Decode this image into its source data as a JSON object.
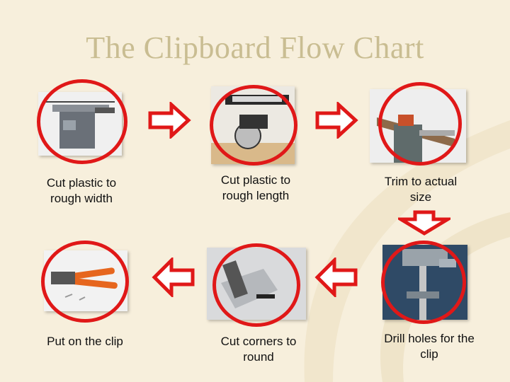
{
  "title": "The Clipboard Flow Chart",
  "steps": [
    {
      "label": "Cut plastic to rough width"
    },
    {
      "label": "Cut plastic to rough length"
    },
    {
      "label": "Trim to actual size"
    },
    {
      "label": "Drill holes for the clip"
    },
    {
      "label": "Cut corners to round"
    },
    {
      "label": "Put on the clip"
    }
  ],
  "colors": {
    "ring": "#e01818",
    "title": "#c9bd92",
    "background": "#f7efdc"
  }
}
